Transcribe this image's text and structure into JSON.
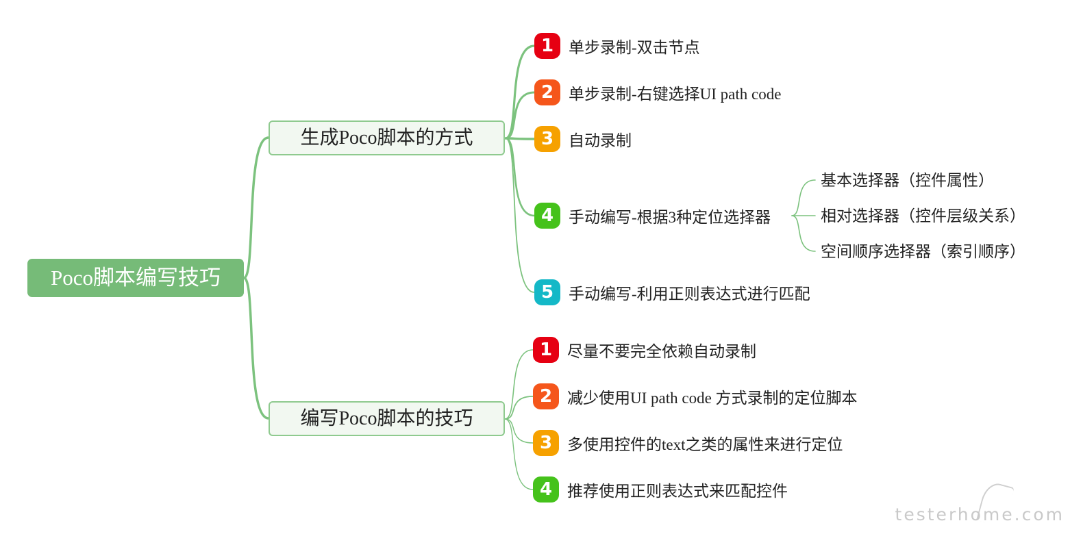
{
  "root": {
    "label": "Poco脚本编写技巧"
  },
  "colors": {
    "line": "#7cc27e",
    "badge_1": "#e60012",
    "badge_2": "#f5561b",
    "badge_3": "#f6a100",
    "badge_4": "#45c21b",
    "badge_5": "#14b8c7"
  },
  "branches": [
    {
      "label": "生成Poco脚本的方式",
      "items": [
        {
          "number": "1",
          "label": "单步录制-双击节点"
        },
        {
          "number": "2",
          "label": "单步录制-右键选择UI path code"
        },
        {
          "number": "3",
          "label": "自动录制"
        },
        {
          "number": "4",
          "label": "手动编写-根据3种定位选择器",
          "children": [
            "基本选择器（控件属性）",
            "相对选择器（控件层级关系）",
            "空间顺序选择器（索引顺序）"
          ]
        },
        {
          "number": "5",
          "label": "手动编写-利用正则表达式进行匹配"
        }
      ]
    },
    {
      "label": "编写Poco脚本的技巧",
      "items": [
        {
          "number": "1",
          "label": "尽量不要完全依赖自动录制"
        },
        {
          "number": "2",
          "label": "减少使用UI path code 方式录制的定位脚本"
        },
        {
          "number": "3",
          "label": "多使用控件的text之类的属性来进行定位"
        },
        {
          "number": "4",
          "label": "推荐使用正则表达式来匹配控件"
        }
      ]
    }
  ],
  "watermark": "testerhome.com"
}
